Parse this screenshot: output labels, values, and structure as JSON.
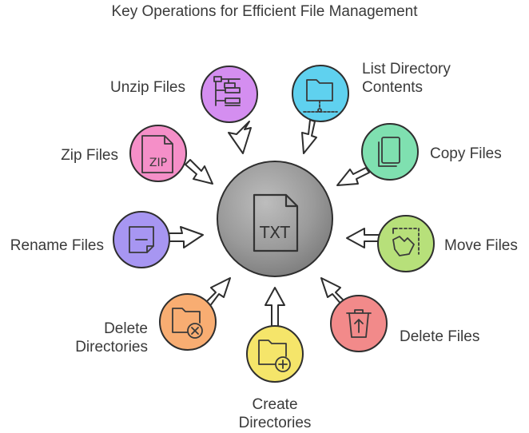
{
  "title": "Key Operations for Efficient File Management",
  "center": {
    "label": "TXT",
    "icon": "txt-file-icon"
  },
  "operations": [
    {
      "id": "unzip-files",
      "lines": [
        "Unzip Files"
      ],
      "icon": "unzip-tree-icon",
      "color": "#d48ef0",
      "arrow": "#d48ef0"
    },
    {
      "id": "list-directory-contents",
      "lines": [
        "List Directory",
        "Contents"
      ],
      "icon": "folder-network-icon",
      "color": "#5fd1ef",
      "arrow": "#5fd1ef"
    },
    {
      "id": "copy-files",
      "lines": [
        "Copy Files"
      ],
      "icon": "copy-icon",
      "color": "#7fe0b0",
      "arrow": "#7fe0b0"
    },
    {
      "id": "move-files",
      "lines": [
        "Move Files"
      ],
      "icon": "move-hand-icon",
      "color": "#b7e07a",
      "arrow": "#b7e07a"
    },
    {
      "id": "delete-files",
      "lines": [
        "Delete Files"
      ],
      "icon": "trash-icon",
      "color": "#f28a8a",
      "arrow": "#f28a8a"
    },
    {
      "id": "create-directories",
      "lines": [
        "Create",
        "Directories"
      ],
      "icon": "folder-add-icon",
      "color": "#f5e56a",
      "arrow": "#f5e56a"
    },
    {
      "id": "delete-directories",
      "lines": [
        "Delete",
        "Directories"
      ],
      "icon": "folder-delete-icon",
      "color": "#f8ad72",
      "arrow": "#f8ad72"
    },
    {
      "id": "rename-files",
      "lines": [
        "Rename Files"
      ],
      "icon": "rename-note-icon",
      "color": "#a796f2",
      "arrow": "#a796f2"
    },
    {
      "id": "zip-files",
      "lines": [
        "Zip Files"
      ],
      "icon": "zip-file-icon",
      "color": "#f58fc8",
      "arrow": "#f58fc8"
    }
  ]
}
